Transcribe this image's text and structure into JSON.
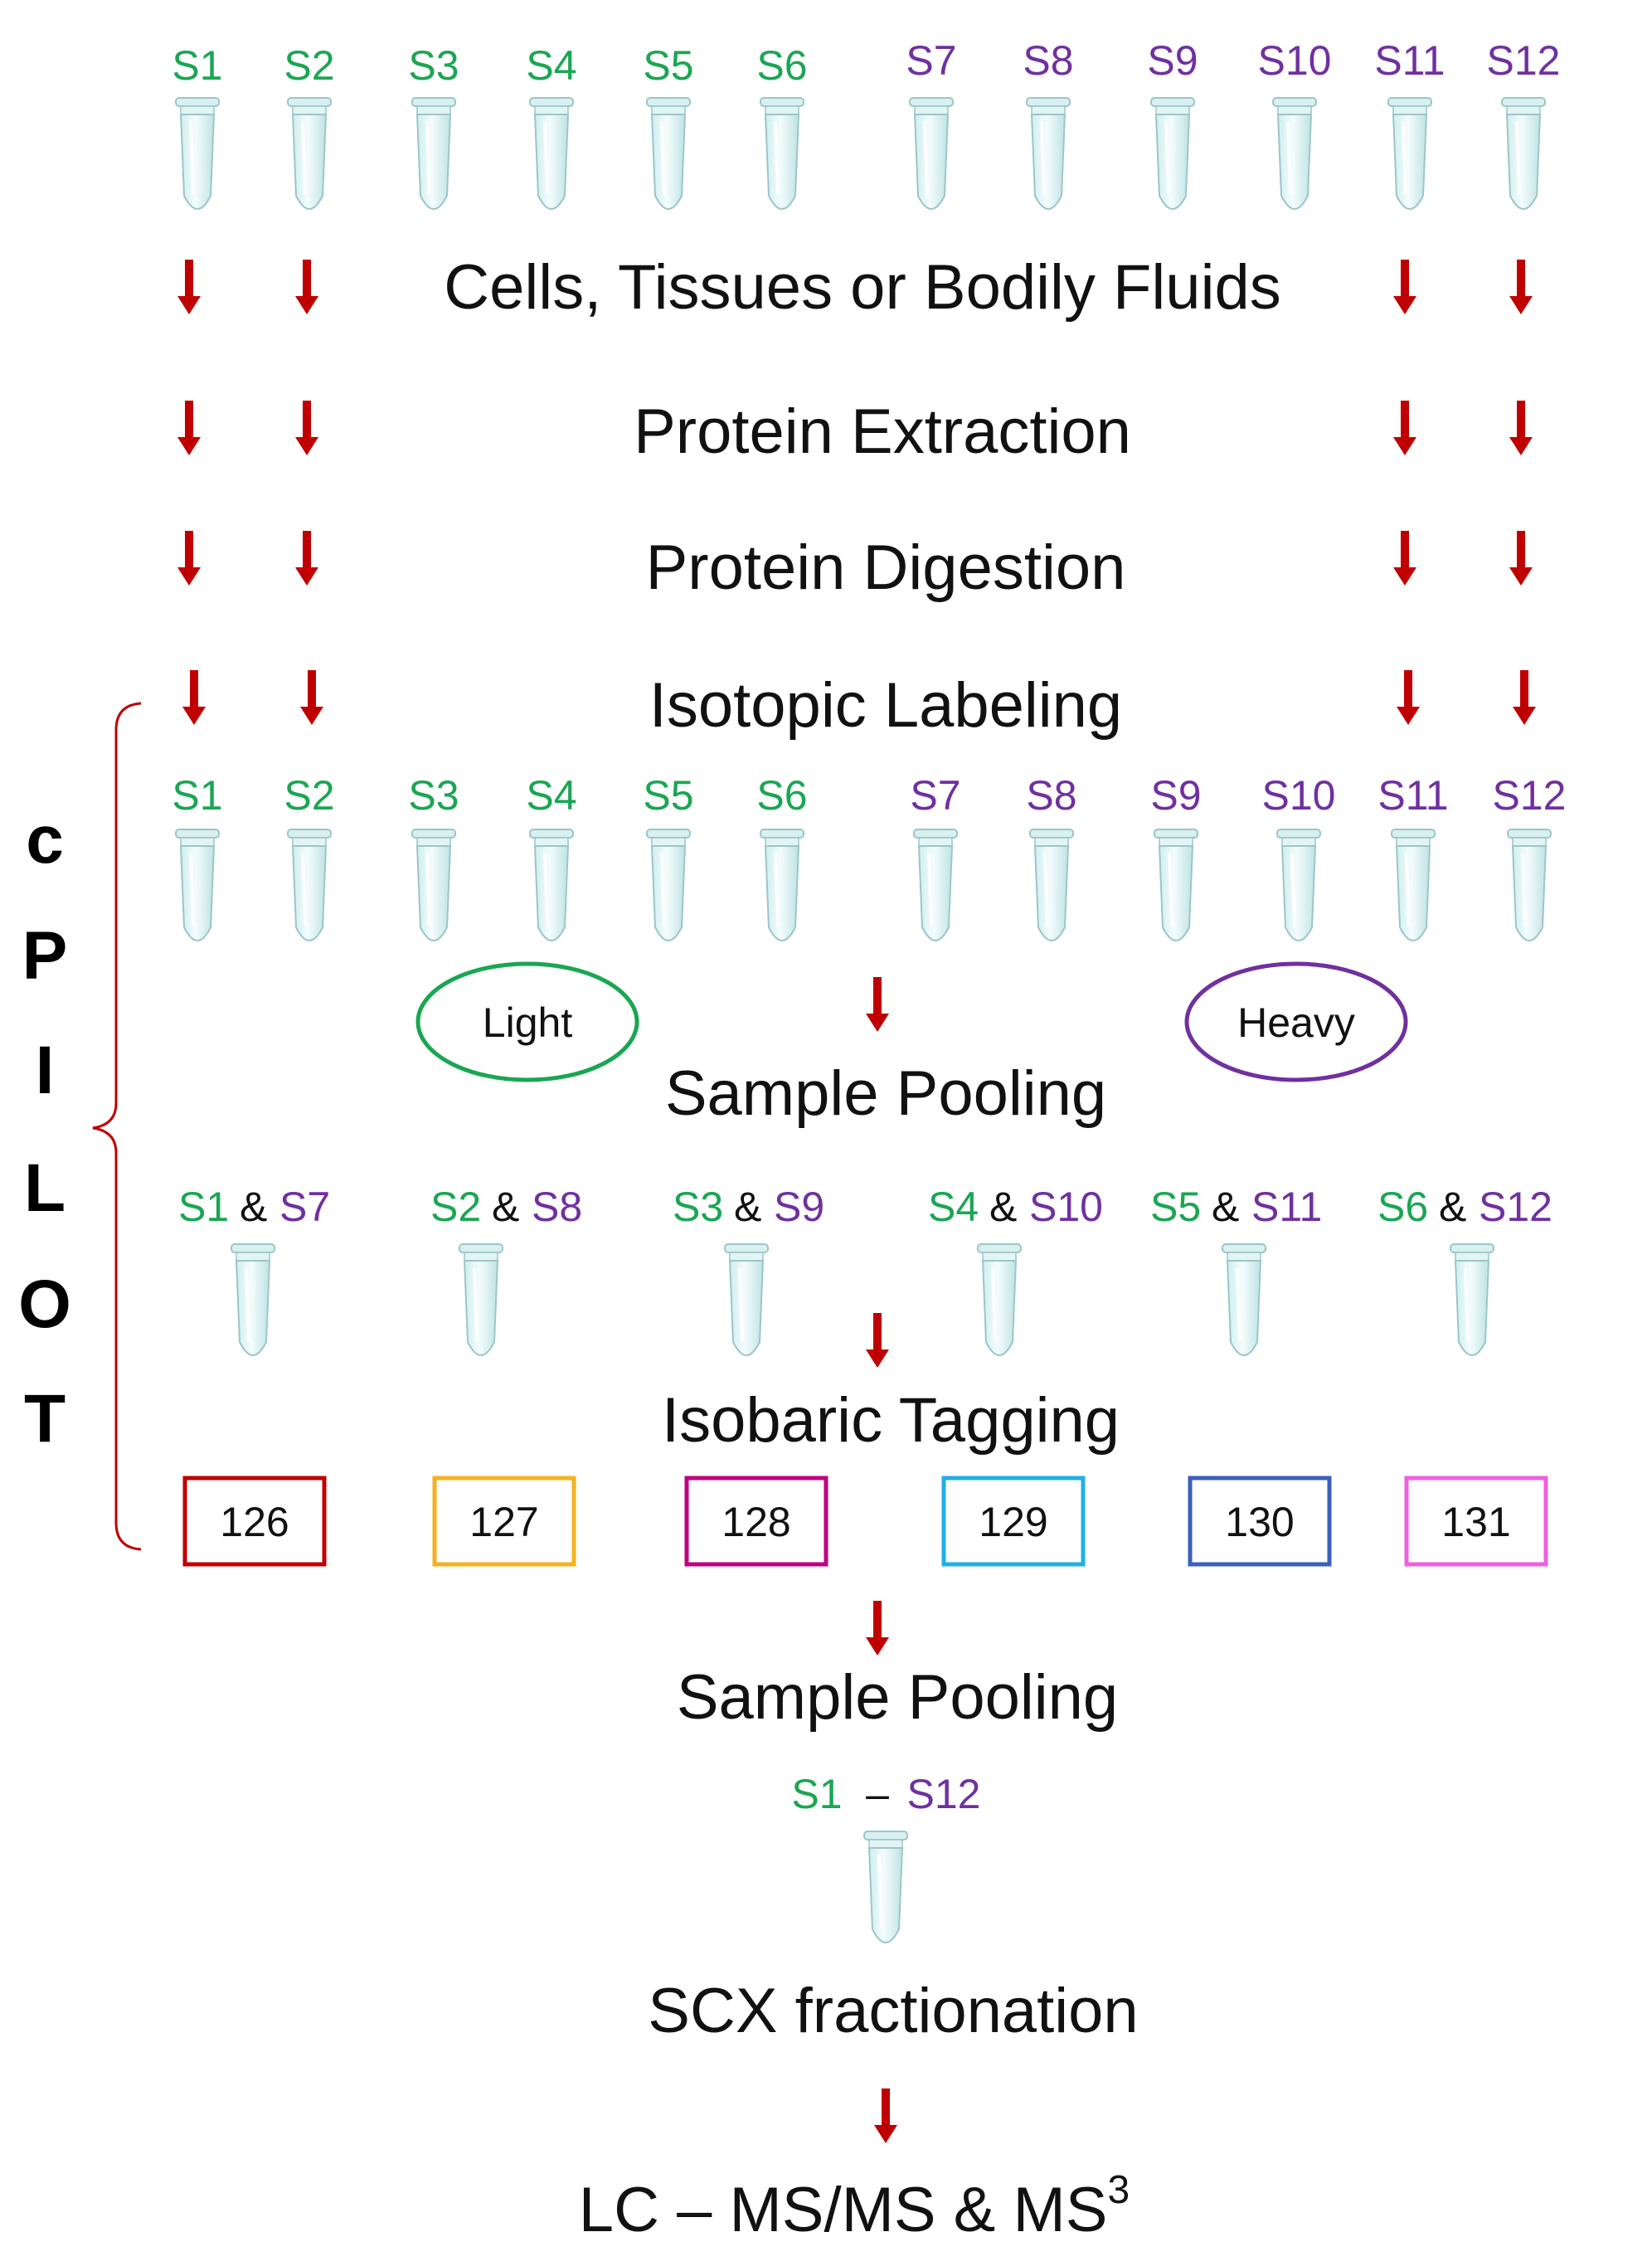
{
  "colors": {
    "light": "#1aa652",
    "heavy": "#7030a0",
    "arrow": "#c00000",
    "text": "#111111",
    "tube_fill": "#e6f5f5",
    "tube_stroke": "#9cc6c8",
    "bracket": "#c00000"
  },
  "samples_row1": [
    "S1",
    "S2",
    "S3",
    "S4",
    "S5",
    "S6",
    "S7",
    "S8",
    "S9",
    "S10",
    "S11",
    "S12"
  ],
  "samples_row2": [
    "S1",
    "S2",
    "S3",
    "S4",
    "S5",
    "S6",
    "S7",
    "S8",
    "S9",
    "S10",
    "S11",
    "S12"
  ],
  "steps": {
    "cells": "Cells, Tissues or Bodily Fluids",
    "extraction": "Protein Extraction",
    "digestion": "Protein Digestion",
    "labeling": "Isotopic Labeling",
    "pooling1": "Sample Pooling",
    "tagging": "Isobaric Tagging",
    "pooling2": "Sample Pooling",
    "scx": "SCX fractionation",
    "lcms": "LC – MS/MS & MS",
    "lcms_sup": "3"
  },
  "groups": {
    "light": "Light",
    "heavy": "Heavy"
  },
  "pairs": [
    {
      "light": "S1",
      "amp": "&",
      "heavy": "S7"
    },
    {
      "light": "S2",
      "amp": "&",
      "heavy": "S8"
    },
    {
      "light": "S3",
      "amp": "&",
      "heavy": "S9"
    },
    {
      "light": "S4",
      "amp": "&",
      "heavy": "S10"
    },
    {
      "light": "S5",
      "amp": "&",
      "heavy": "S11"
    },
    {
      "light": "S6",
      "amp": "&",
      "heavy": "S12"
    }
  ],
  "tags": [
    {
      "label": "126",
      "color": "#c00000"
    },
    {
      "label": "127",
      "color": "#f5b120"
    },
    {
      "label": "128",
      "color": "#c00080"
    },
    {
      "label": "129",
      "color": "#20b0e8"
    },
    {
      "label": "130",
      "color": "#3a5fbf"
    },
    {
      "label": "131",
      "color": "#f060e0"
    }
  ],
  "final_pool": {
    "start": "S1",
    "dash": "–",
    "end": "S12"
  },
  "brace_letters": [
    "c",
    "P",
    "I",
    "L",
    "O",
    "T"
  ]
}
